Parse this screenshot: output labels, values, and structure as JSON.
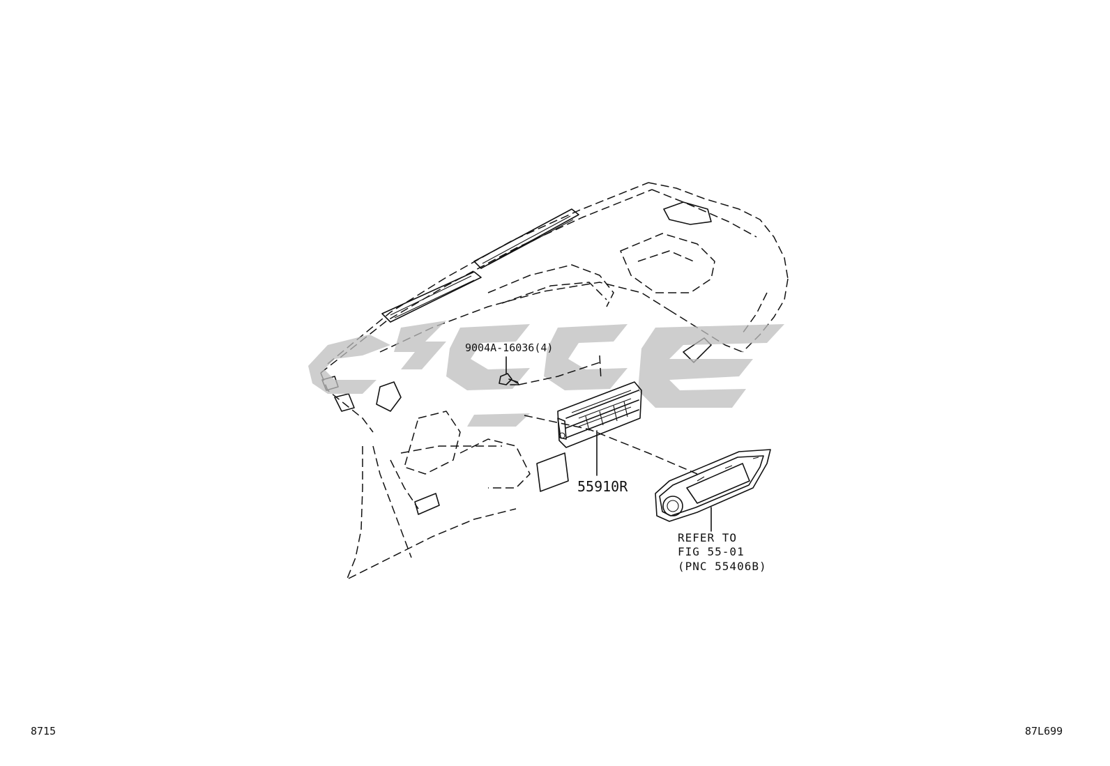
{
  "diagram": {
    "callouts": {
      "screw": "9004A-16036(4)",
      "unit": "55910R",
      "refer_line1": "REFER TO",
      "refer_line2": "FIG 55-01",
      "refer_line3": "(PNC 55406B)"
    },
    "footer": {
      "left_code": "8715",
      "right_code": "87L699"
    },
    "colors": {
      "ink": "#111111",
      "watermark": "#bdbdbd",
      "background": "#ffffff"
    }
  }
}
